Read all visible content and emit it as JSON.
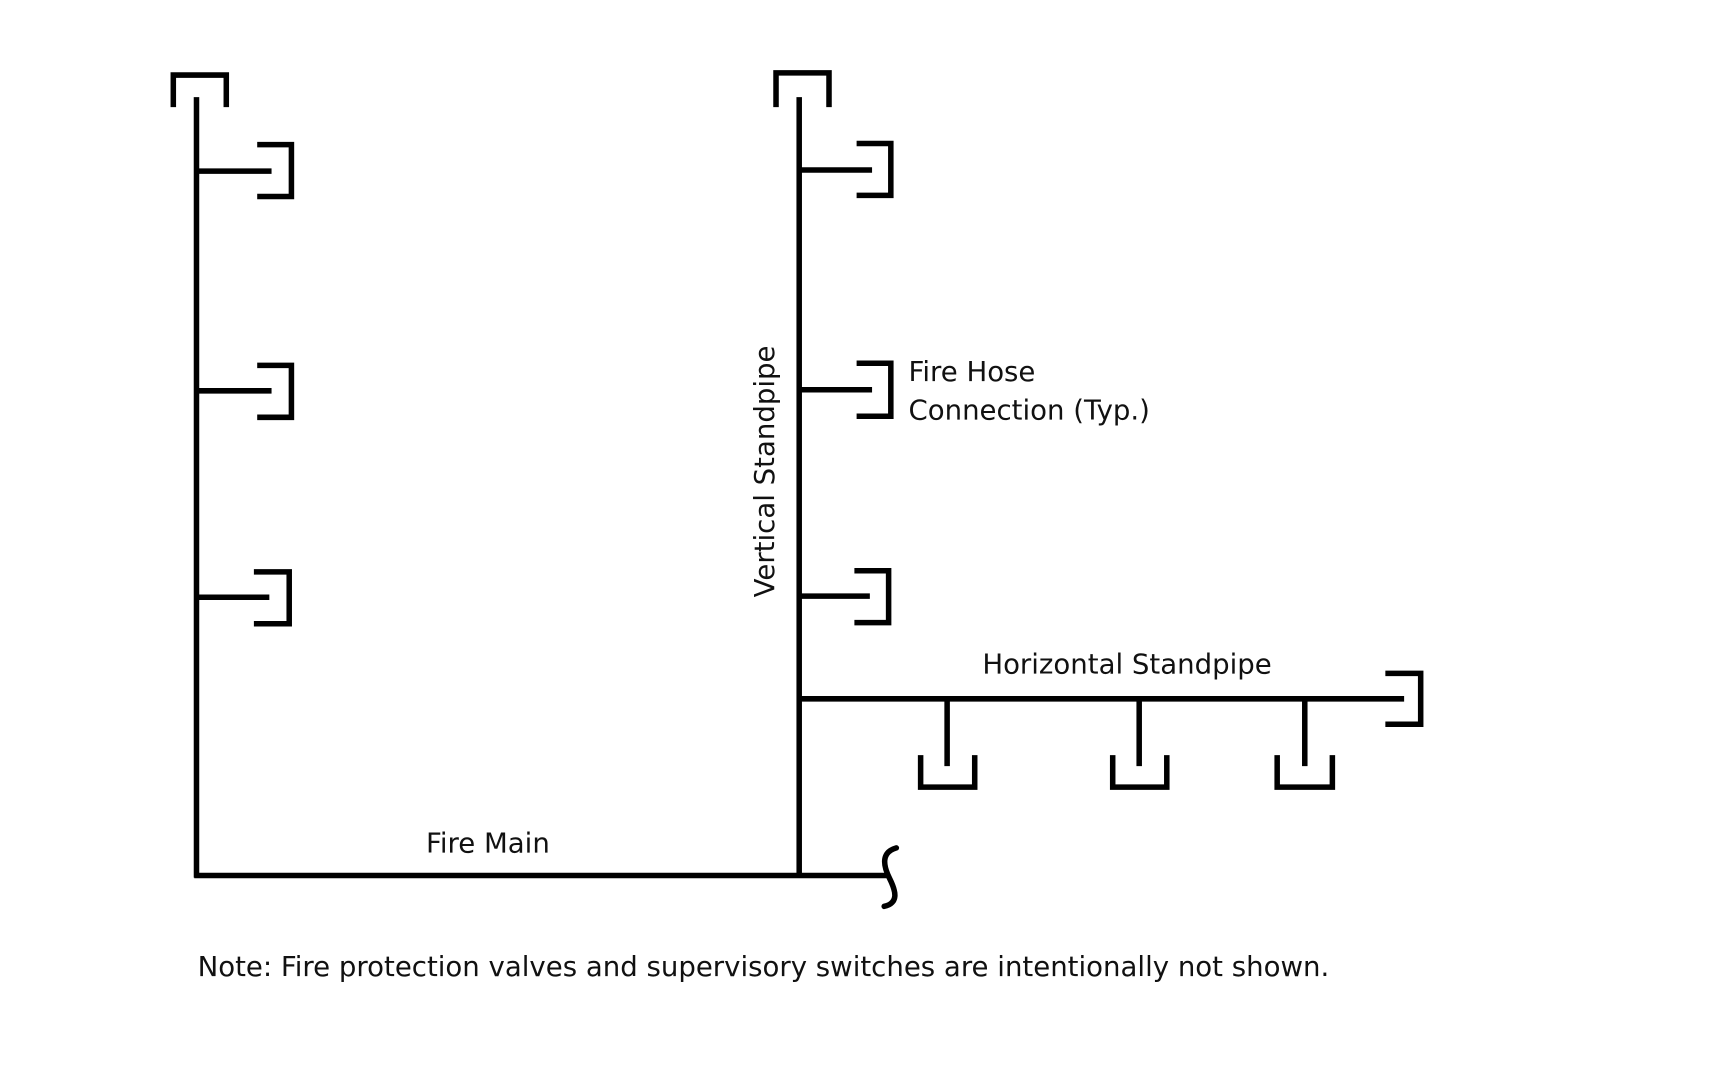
{
  "diagram": {
    "title": "Standpipe system schematic",
    "labels": {
      "vertical_standpipe": "Vertical Standpipe",
      "horizontal_standpipe": "Horizontal Standpipe",
      "fire_main": "Fire Main",
      "hose_connection_line1": "Fire Hose",
      "hose_connection_line2": "Connection (Typ.)"
    },
    "note": "Note: Fire protection valves and supervisory switches are intentionally not shown.",
    "colors": {
      "line": "#000000",
      "text": "#111111",
      "background": "#ffffff"
    },
    "components": {
      "risers": [
        "left-riser",
        "vertical-standpipe"
      ],
      "hose_connections_left_riser": 4,
      "hose_connections_vertical_standpipe": 4,
      "hose_connections_horizontal_standpipe": 4,
      "pipe_break_symbol": "s-break"
    }
  }
}
